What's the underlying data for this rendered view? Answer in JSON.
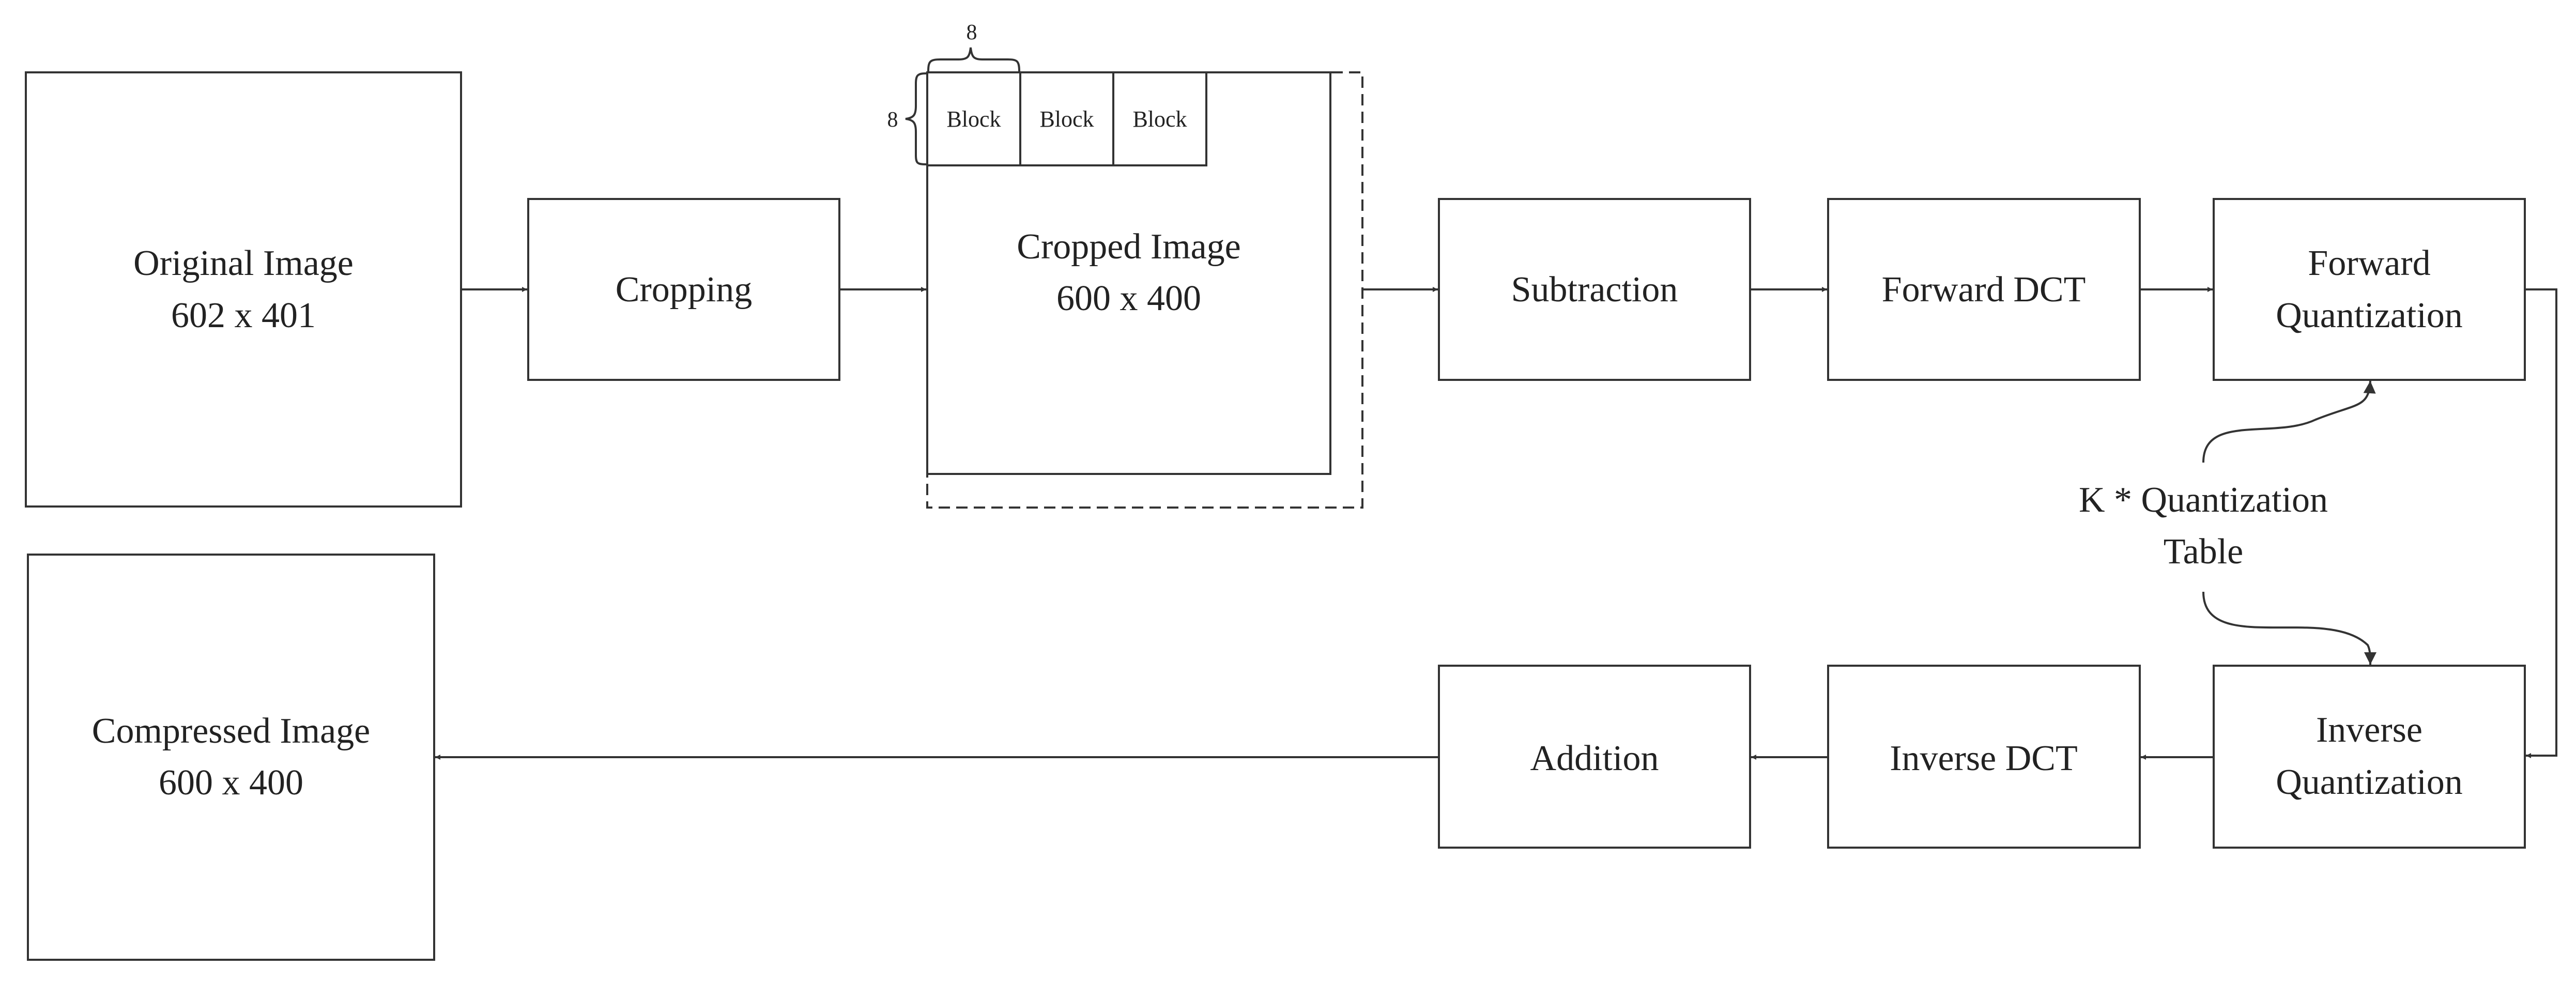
{
  "nodes": {
    "original": {
      "line1": "Original Image",
      "line2": "602 x 401"
    },
    "cropping": {
      "label": "Cropping"
    },
    "cropped": {
      "line1": "Cropped Image",
      "line2": "600 x 400"
    },
    "blocks": [
      "Block",
      "Block",
      "Block"
    ],
    "block_width_label": "8",
    "block_height_label": "8",
    "subtraction": {
      "label": "Subtraction"
    },
    "forward_dct": {
      "label": "Forward DCT"
    },
    "forward_quantization": {
      "line1": "Forward",
      "line2": "Quantization"
    },
    "quant_table": {
      "line1": "K * Quantization",
      "line2": "Table"
    },
    "inverse_quantization": {
      "line1": "Inverse",
      "line2": "Quantization"
    },
    "inverse_dct": {
      "label": "Inverse DCT"
    },
    "addition": {
      "label": "Addition"
    },
    "compressed": {
      "line1": "Compressed Image",
      "line2": "600 x 400"
    }
  },
  "colors": {
    "stroke": "#333333",
    "text": "#222222",
    "background": "#ffffff"
  }
}
